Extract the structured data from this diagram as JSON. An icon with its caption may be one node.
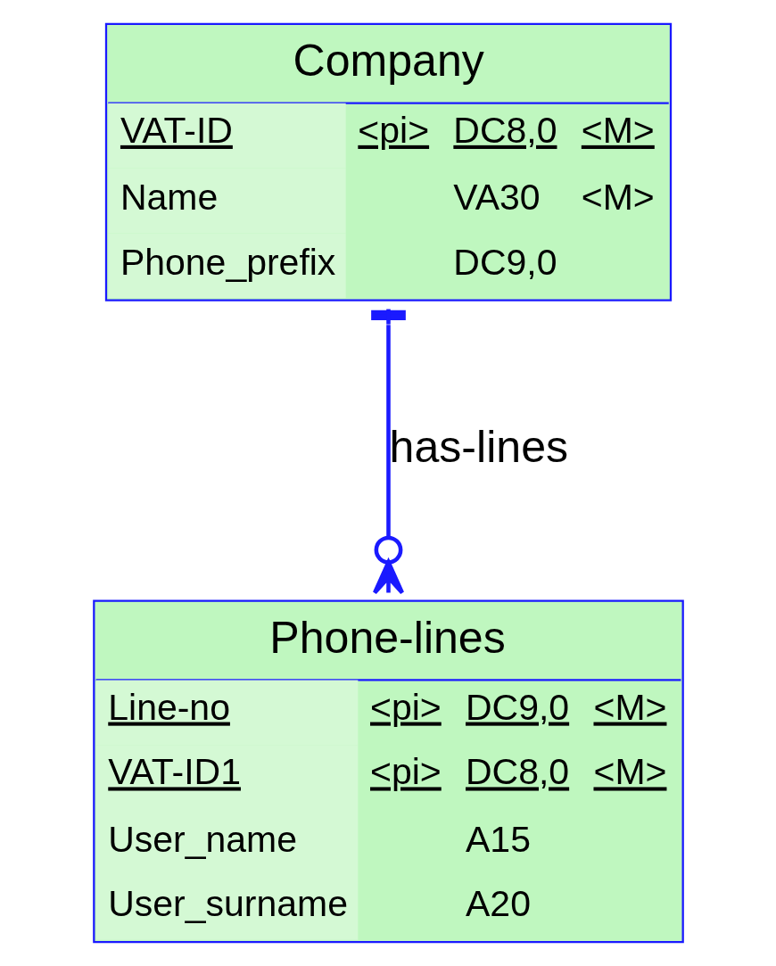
{
  "diagram": {
    "nodes": [
      {
        "text": [
          "Company",
          "VAT-ID",
          "<pi>",
          "DC8,0",
          "<M>",
          "Name",
          "VA30",
          "<M>",
          "Phone_prefix",
          "DC9,0"
        ]
      },
      {
        "text": [
          "Phone-lines",
          "Line-no",
          "<pi>",
          "DC9,0",
          "<M>",
          "VAT-ID1",
          "<pi>",
          "DC8,0",
          "<M>",
          "User_name",
          "A15",
          "User_surname",
          "A20"
        ]
      }
    ],
    "edges": [
      {
        "from": 0,
        "to": 1,
        "arrow": "other",
        "label": "has-lines"
      }
    ]
  }
}
